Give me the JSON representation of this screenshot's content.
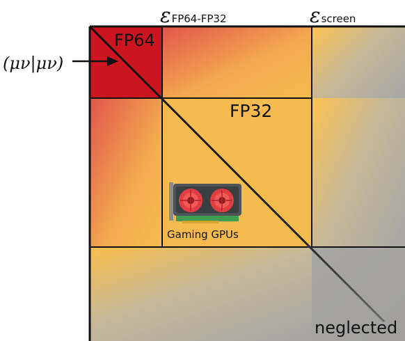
{
  "labels": {
    "eps_fp64_fp32_symbol": "ε",
    "eps_fp64_fp32_sub": "FP64-FP32",
    "eps_screen_symbol": "ε",
    "eps_screen_sub": "screen",
    "integral": "(μν|μν)",
    "fp64": "FP64",
    "fp32": "FP32",
    "gpu_caption": "Gaming GPUs",
    "neglected": "neglected"
  },
  "colors": {
    "fp64_red": "#cc1521",
    "orange_light": "#f6bb4e",
    "orange_red": "#e2554c",
    "grey": "#a3a19d",
    "grey_light": "#c4c1b8",
    "border": "#111111",
    "gpu_fan": "#e23e41",
    "gpu_body": "#4d5356",
    "gpu_board": "#3f9c50"
  },
  "icons": {
    "gpu": "graphics-card-icon",
    "arrow": "arrow-right-icon"
  }
}
